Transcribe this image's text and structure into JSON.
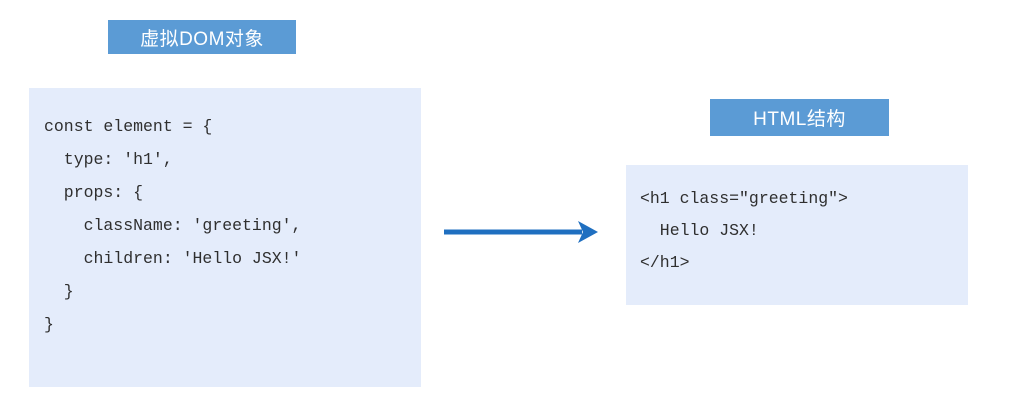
{
  "diagram": {
    "title_left": "虚拟DOM对象",
    "title_right": "HTML结构",
    "accent_chip_color": "#5b9bd5",
    "panel_bg_color": "#e4ecfb",
    "arrow_color": "#1f6fc0",
    "code_text_color": "#2f2f2f",
    "background_color": "#ffffff"
  },
  "virtual_dom_panel": {
    "lines": [
      "const element = {",
      "  type: 'h1',",
      "  props: {",
      "    className: 'greeting',",
      "    children: 'Hello JSX!'",
      "  }",
      "}"
    ]
  },
  "html_panel": {
    "lines": [
      "<h1 class=\"greeting\">",
      "  Hello JSX!",
      "</h1>"
    ]
  },
  "arrow": {
    "icon": "arrow-right-icon",
    "direction": "right"
  }
}
